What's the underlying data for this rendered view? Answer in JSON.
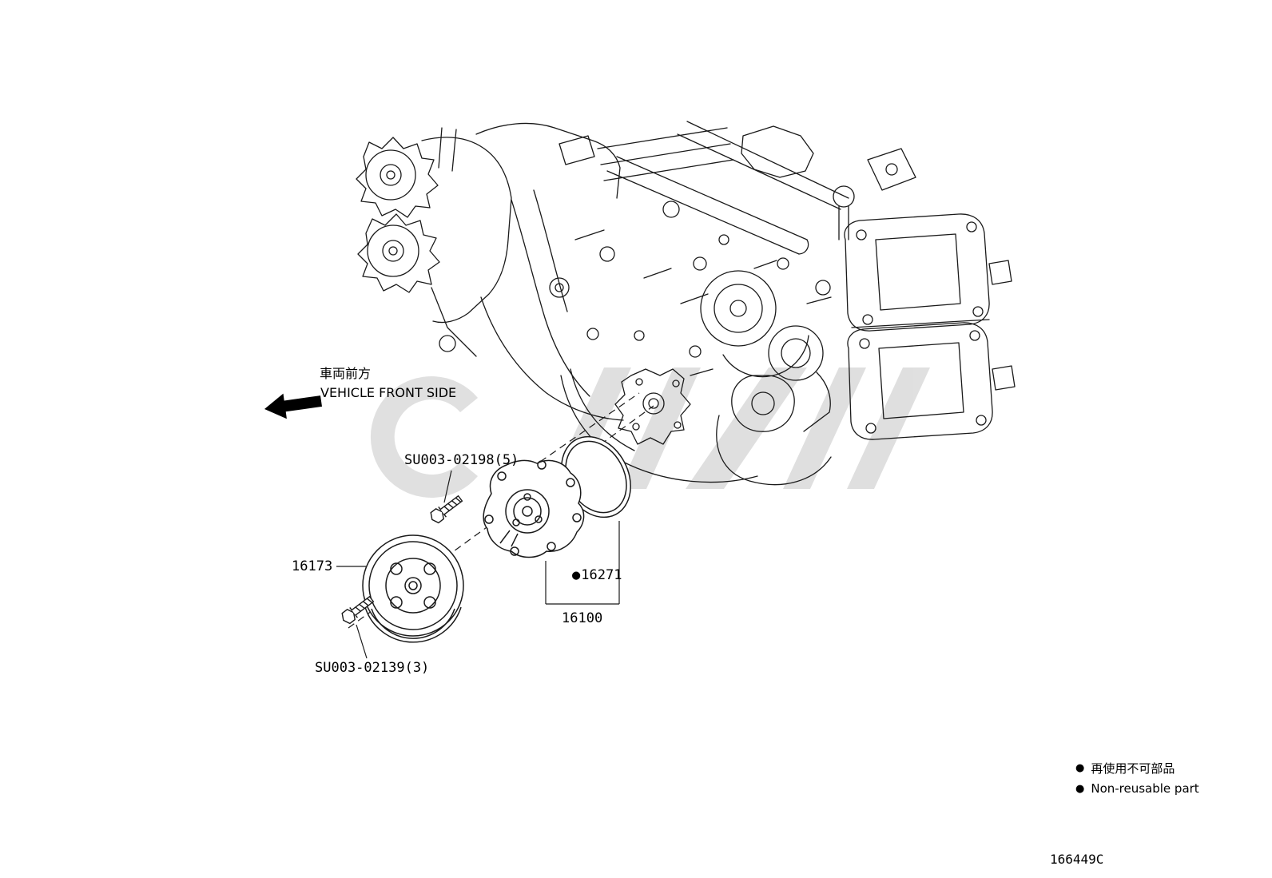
{
  "page": {
    "doc_code": "166449C",
    "background": "#ffffff",
    "line_color": "#1a1a1a",
    "watermark_color": "#c6c6c6"
  },
  "direction_indicator": {
    "label_jp": "車両前方",
    "label_en": "VEHICLE FRONT SIDE"
  },
  "part_labels": {
    "bolt_upper": "SU003-02198(5)",
    "pulley": "16173",
    "bolt_lower": "SU003-02139(3)",
    "gasket_marker": "●",
    "gasket": "16271",
    "pump": "16100"
  },
  "legend": {
    "marker": "●",
    "line_jp": "再使用不可部品",
    "line_en": "Non-reusable part"
  }
}
